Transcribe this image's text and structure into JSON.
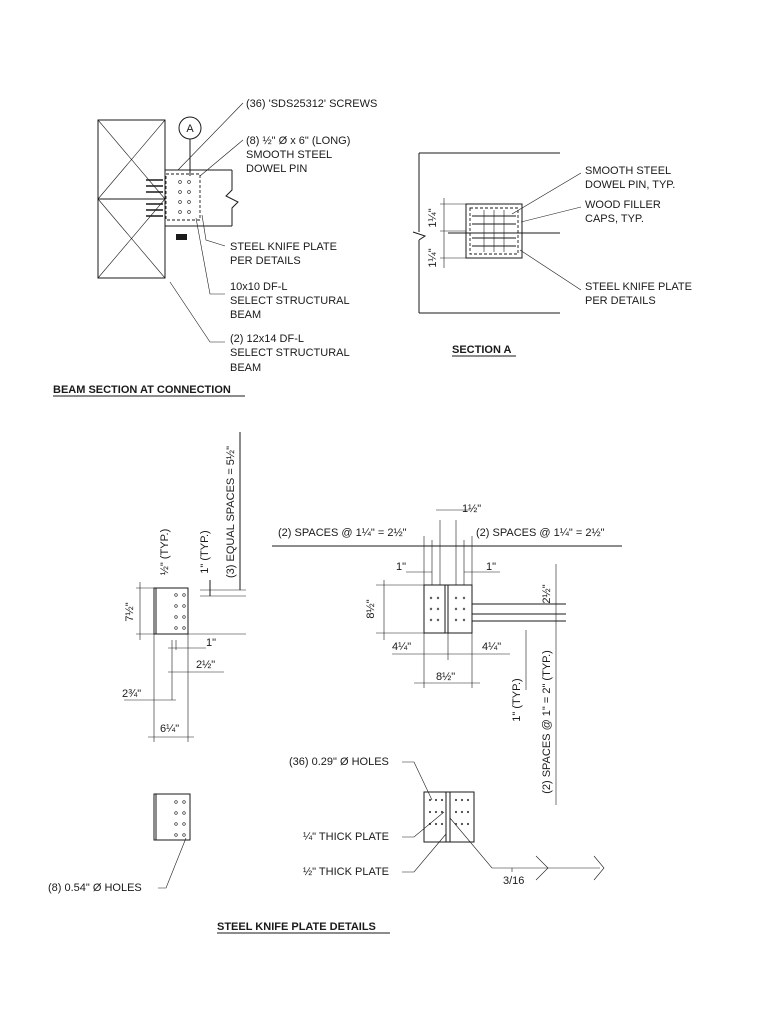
{
  "titles": {
    "beam_section": "BEAM SECTION AT CONNECTION",
    "section_a": "SECTION A",
    "knife_plate": "STEEL KNIFE PLATE DETAILS"
  },
  "section_marker": "A",
  "beam_callouts": {
    "screws": "(36) 'SDS25312' SCREWS",
    "dowel_1": "(8) ½\" Ø x 6\" (LONG)",
    "dowel_2": "SMOOTH STEEL",
    "dowel_3": "DOWEL PIN",
    "plate_1": "STEEL KNIFE PLATE",
    "plate_2": "PER DETAILS",
    "beam_1": "10x10 DF-L",
    "beam_2": "SELECT STRUCTURAL",
    "beam_3": "BEAM",
    "col_1": "(2) 12x14 DF-L",
    "col_2": "SELECT STRUCTURAL",
    "col_3": "BEAM"
  },
  "section_a_callouts": {
    "pin_1": "SMOOTH STEEL",
    "pin_2": "DOWEL PIN, TYP.",
    "cap_1": "WOOD FILLER",
    "cap_2": "CAPS, TYP.",
    "plate_1": "STEEL KNIFE PLATE",
    "plate_2": "PER DETAILS",
    "dim_top": "1¼\"",
    "dim_bot": "1¼\""
  },
  "left_dims": {
    "half_typ": "½\" (TYP.)",
    "one_typ": "1\" (TYP.)",
    "equal_spaces": "(3) EQUAL SPACES = 5½\"",
    "seven_half": "7½\"",
    "one": "1\"",
    "two_half": "2½\"",
    "two_three_q": "2¾\"",
    "six_q": "6¼\""
  },
  "right_dims": {
    "spaces_left": "(2) SPACES @ 1¼\" = 2½\"",
    "spaces_right": "(2) SPACES @ 1¼\" = 2½\"",
    "one_half_top": "1½\"",
    "one_left": "1\"",
    "one_right": "1\"",
    "eight_half_v": "8½\"",
    "two_half_v": "2½\"",
    "four_q_left": "4¼\"",
    "four_q_right": "4¼\"",
    "eight_half_h": "8½\"",
    "one_typ": "1\" (TYP.)",
    "spaces_two": "(2) SPACES @ 1\" = 2\" (TYP.)"
  },
  "plate_notes": {
    "holes_029": "(36) 0.29\" Ø HOLES",
    "quarter_plate": "¼\" THICK PLATE",
    "half_plate": "½\" THICK PLATE",
    "weld": "3/16",
    "holes_054": "(8) 0.54\" Ø HOLES"
  }
}
